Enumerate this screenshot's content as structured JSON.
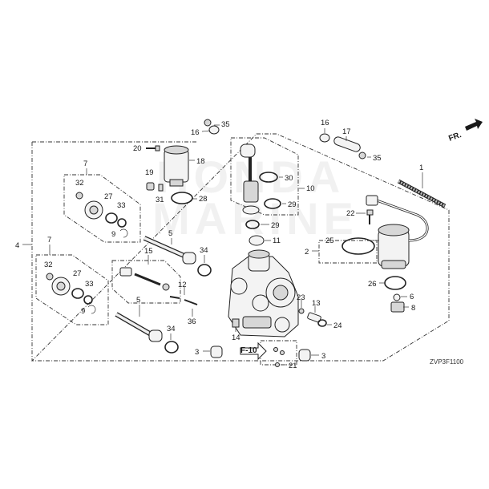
{
  "diagram": {
    "diagram_code": "ZVP3F1100",
    "orientation_label": "FR.",
    "reference_label": "F-10",
    "watermark_lines": [
      "HONDA",
      "MARINE"
    ],
    "callouts": {
      "c1": "1",
      "c2": "2",
      "c3a": "3",
      "c3b": "3",
      "c4": "4",
      "c5a": "5",
      "c5b": "5",
      "c6": "6",
      "c7a": "7",
      "c7b": "7",
      "c8": "8",
      "c9a": "9",
      "c9b": "9",
      "c10": "10",
      "c11": "11",
      "c12": "12",
      "c13": "13",
      "c14": "14",
      "c15": "15",
      "c16a": "16",
      "c16b": "16",
      "c17": "17",
      "c18": "18",
      "c19": "19",
      "c20": "20",
      "c21": "21",
      "c22": "22",
      "c23": "23",
      "c24": "24",
      "c25": "25",
      "c26": "26",
      "c27a": "27",
      "c27b": "27",
      "c28": "28",
      "c29a": "29",
      "c29b": "29",
      "c30": "30",
      "c31": "31",
      "c32a": "32",
      "c32b": "32",
      "c33a": "33",
      "c33b": "33",
      "c34a": "34",
      "c34b": "34",
      "c35a": "35",
      "c35b": "35",
      "c36": "36"
    }
  }
}
